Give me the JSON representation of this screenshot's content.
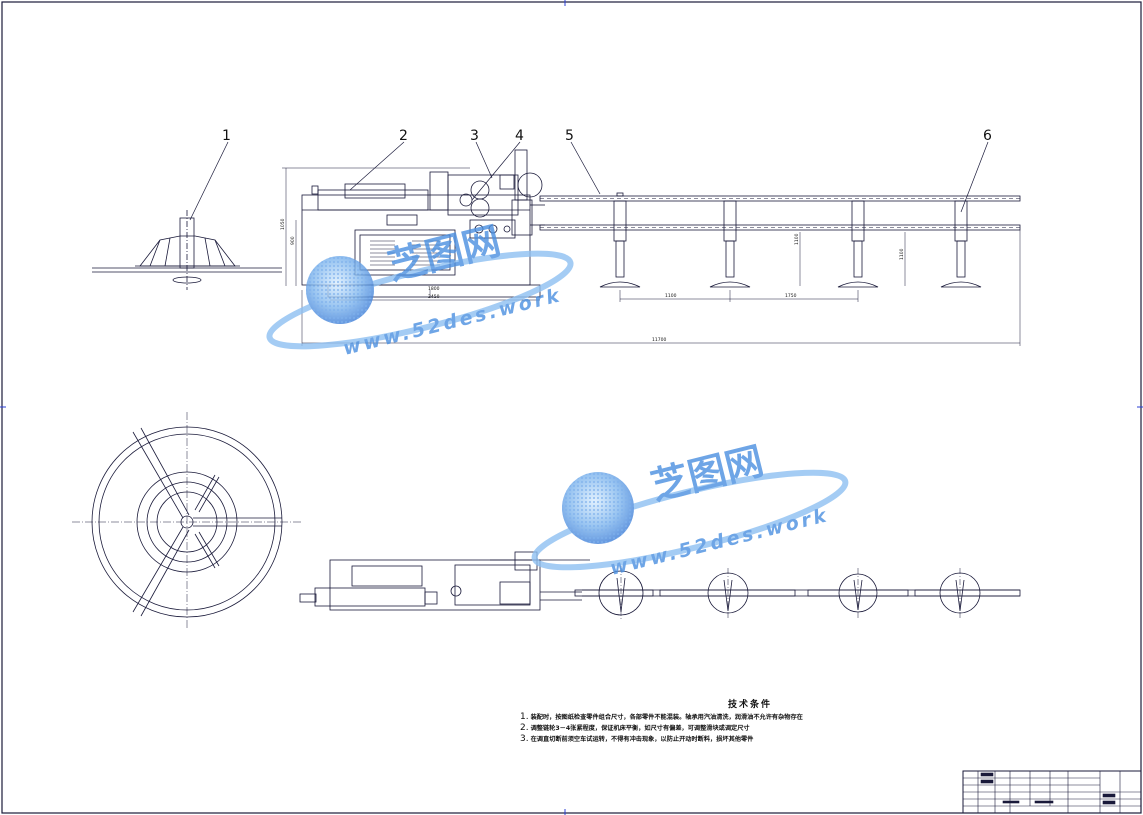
{
  "callouts": [
    "1",
    "2",
    "3",
    "4",
    "5",
    "6"
  ],
  "dimensions": {
    "d1": "1100",
    "d2": "1100",
    "d3": "1750",
    "d4": "1100",
    "d5": "2450",
    "d6": "1800",
    "d7": "11700",
    "d8": "1050",
    "d9": "900"
  },
  "watermarks": [
    {
      "logo": "芝图网",
      "url": "www.52des.work"
    },
    {
      "logo": "芝图网",
      "url": "www.52des.work"
    }
  ],
  "tech_requirements": {
    "title": "技术条件",
    "items": [
      {
        "num": "1.",
        "text": "装配时，按图纸检查零件组合尺寸，各部零件不能混装。轴承用汽油清洗，润滑油不允许有杂物存在"
      },
      {
        "num": "2.",
        "text": "调整链轮3－4张紧程度，保证机床平衡，如尺寸有偏差，可调整滑块或调定尺寸"
      },
      {
        "num": "3.",
        "text": "在调直切断前须空车试运转，不得有冲击现象，以防止开动时断料，损坏其他零件"
      }
    ]
  },
  "colors": {
    "line": "#1a1a3a",
    "accent": "#2b3fd6",
    "watermark": "#4a8fe0"
  }
}
